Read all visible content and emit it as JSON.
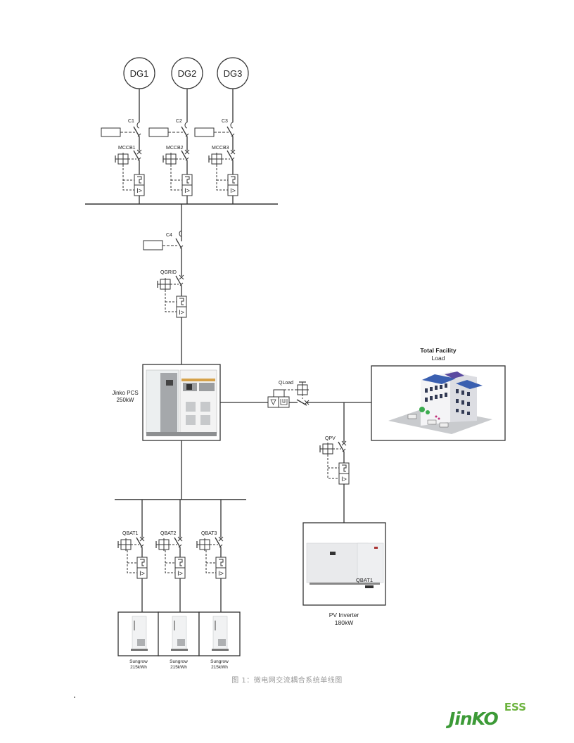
{
  "diagram": {
    "generators": [
      {
        "label": "DG1",
        "contactor": "C1",
        "breaker": "MCCB1"
      },
      {
        "label": "DG2",
        "contactor": "C2",
        "breaker": "MCCB2"
      },
      {
        "label": "DG3",
        "contactor": "C3",
        "breaker": "MCCB3"
      }
    ],
    "grid_contactor": "C4",
    "grid_breaker": "QGRID",
    "pcs": {
      "name": "Jinko PCS",
      "rating": "250kW"
    },
    "load_breaker": "QLoad",
    "load": {
      "title_line1": "Total Facility",
      "title_line2": "Load"
    },
    "pv_breaker": "QPV",
    "pv_inverter": {
      "name": "PV Inverter",
      "rating": "180kW",
      "overlay_label": "QBAT1"
    },
    "batteries": [
      {
        "breaker": "QBAT1",
        "name": "Sungrow",
        "capacity": "215kWh"
      },
      {
        "breaker": "QBAT2",
        "name": "Sungrow",
        "capacity": "215kWh"
      },
      {
        "breaker": "QBAT3",
        "name": "Sungrow",
        "capacity": "215kWh"
      }
    ]
  },
  "caption": "图 1：微电网交流耦合系统单线图",
  "logo": {
    "main": "JinKO",
    "sub": "ESS"
  },
  "colors": {
    "line": "#333333",
    "brand_green": "#3c9a37",
    "brand_light": "#6cb33e",
    "caption": "#9a9a9a"
  }
}
